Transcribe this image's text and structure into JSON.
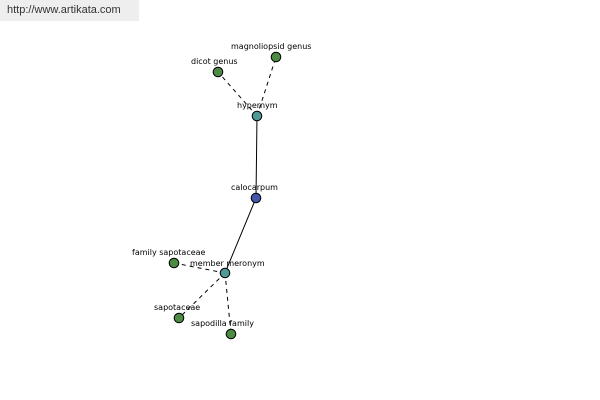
{
  "banner": {
    "url": "http://www.artikata.com"
  },
  "colors": {
    "center_node": "#4455aa",
    "relation_node": "#4f9a96",
    "leaf_node": "#4d8b45",
    "edge": "#000000"
  },
  "graph": {
    "nodes": [
      {
        "id": "calocarpum",
        "label": "calocarpum",
        "kind": "center"
      },
      {
        "id": "hypernym",
        "label": "hypernym",
        "kind": "relation"
      },
      {
        "id": "member-meronym",
        "label": "member meronym",
        "kind": "relation"
      },
      {
        "id": "dicot-genus",
        "label": "dicot genus",
        "kind": "leaf"
      },
      {
        "id": "magnoliopsid-genus",
        "label": "magnoliopsid genus",
        "kind": "leaf"
      },
      {
        "id": "family-sapotaceae",
        "label": "family sapotaceae",
        "kind": "leaf"
      },
      {
        "id": "sapotaceae",
        "label": "sapotaceae",
        "kind": "leaf"
      },
      {
        "id": "sapodilla-family",
        "label": "sapodilla family",
        "kind": "leaf"
      }
    ],
    "edges": [
      {
        "from": "calocarpum",
        "to": "hypernym",
        "style": "solid"
      },
      {
        "from": "calocarpum",
        "to": "member-meronym",
        "style": "solid"
      },
      {
        "from": "hypernym",
        "to": "dicot-genus",
        "style": "dashed"
      },
      {
        "from": "hypernym",
        "to": "magnoliopsid-genus",
        "style": "dashed"
      },
      {
        "from": "member-meronym",
        "to": "family-sapotaceae",
        "style": "dashed"
      },
      {
        "from": "member-meronym",
        "to": "sapotaceae",
        "style": "dashed"
      },
      {
        "from": "member-meronym",
        "to": "sapodilla-family",
        "style": "dashed"
      }
    ]
  }
}
